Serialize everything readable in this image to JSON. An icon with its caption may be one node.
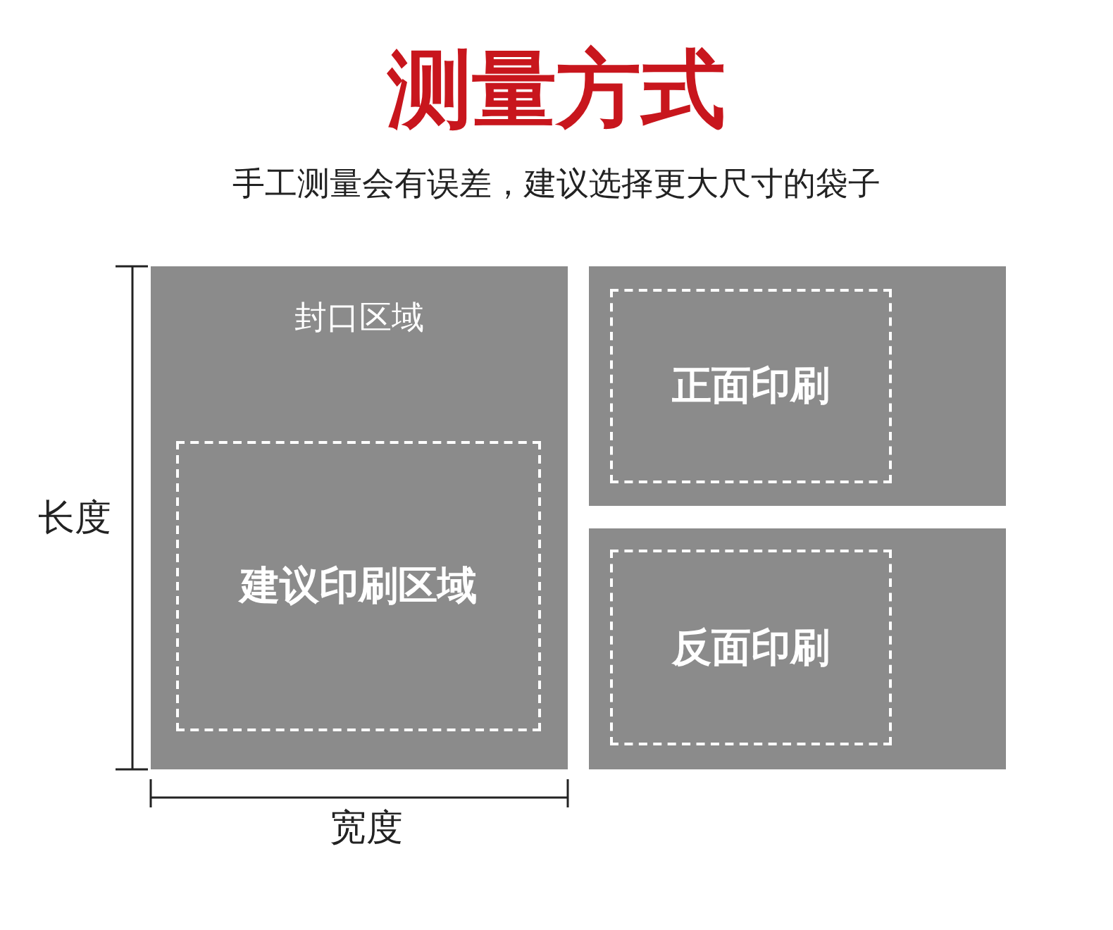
{
  "diagram": {
    "title": "测量方式",
    "caption": "手工测量会有误差，建议选择更大尺寸的袋子",
    "nodes": [
      {
        "text": [
          "封口区域"
        ]
      },
      {
        "text": [
          "建议印刷区域"
        ],
        "in": 0
      },
      {
        "text": [],
        "shape": "box"
      },
      {
        "text": [
          "正面印刷"
        ],
        "in": 2
      },
      {
        "text": [],
        "shape": "box"
      },
      {
        "text": [
          "反面印刷"
        ],
        "in": 4
      }
    ],
    "labels": [
      "长度",
      "宽度"
    ]
  }
}
